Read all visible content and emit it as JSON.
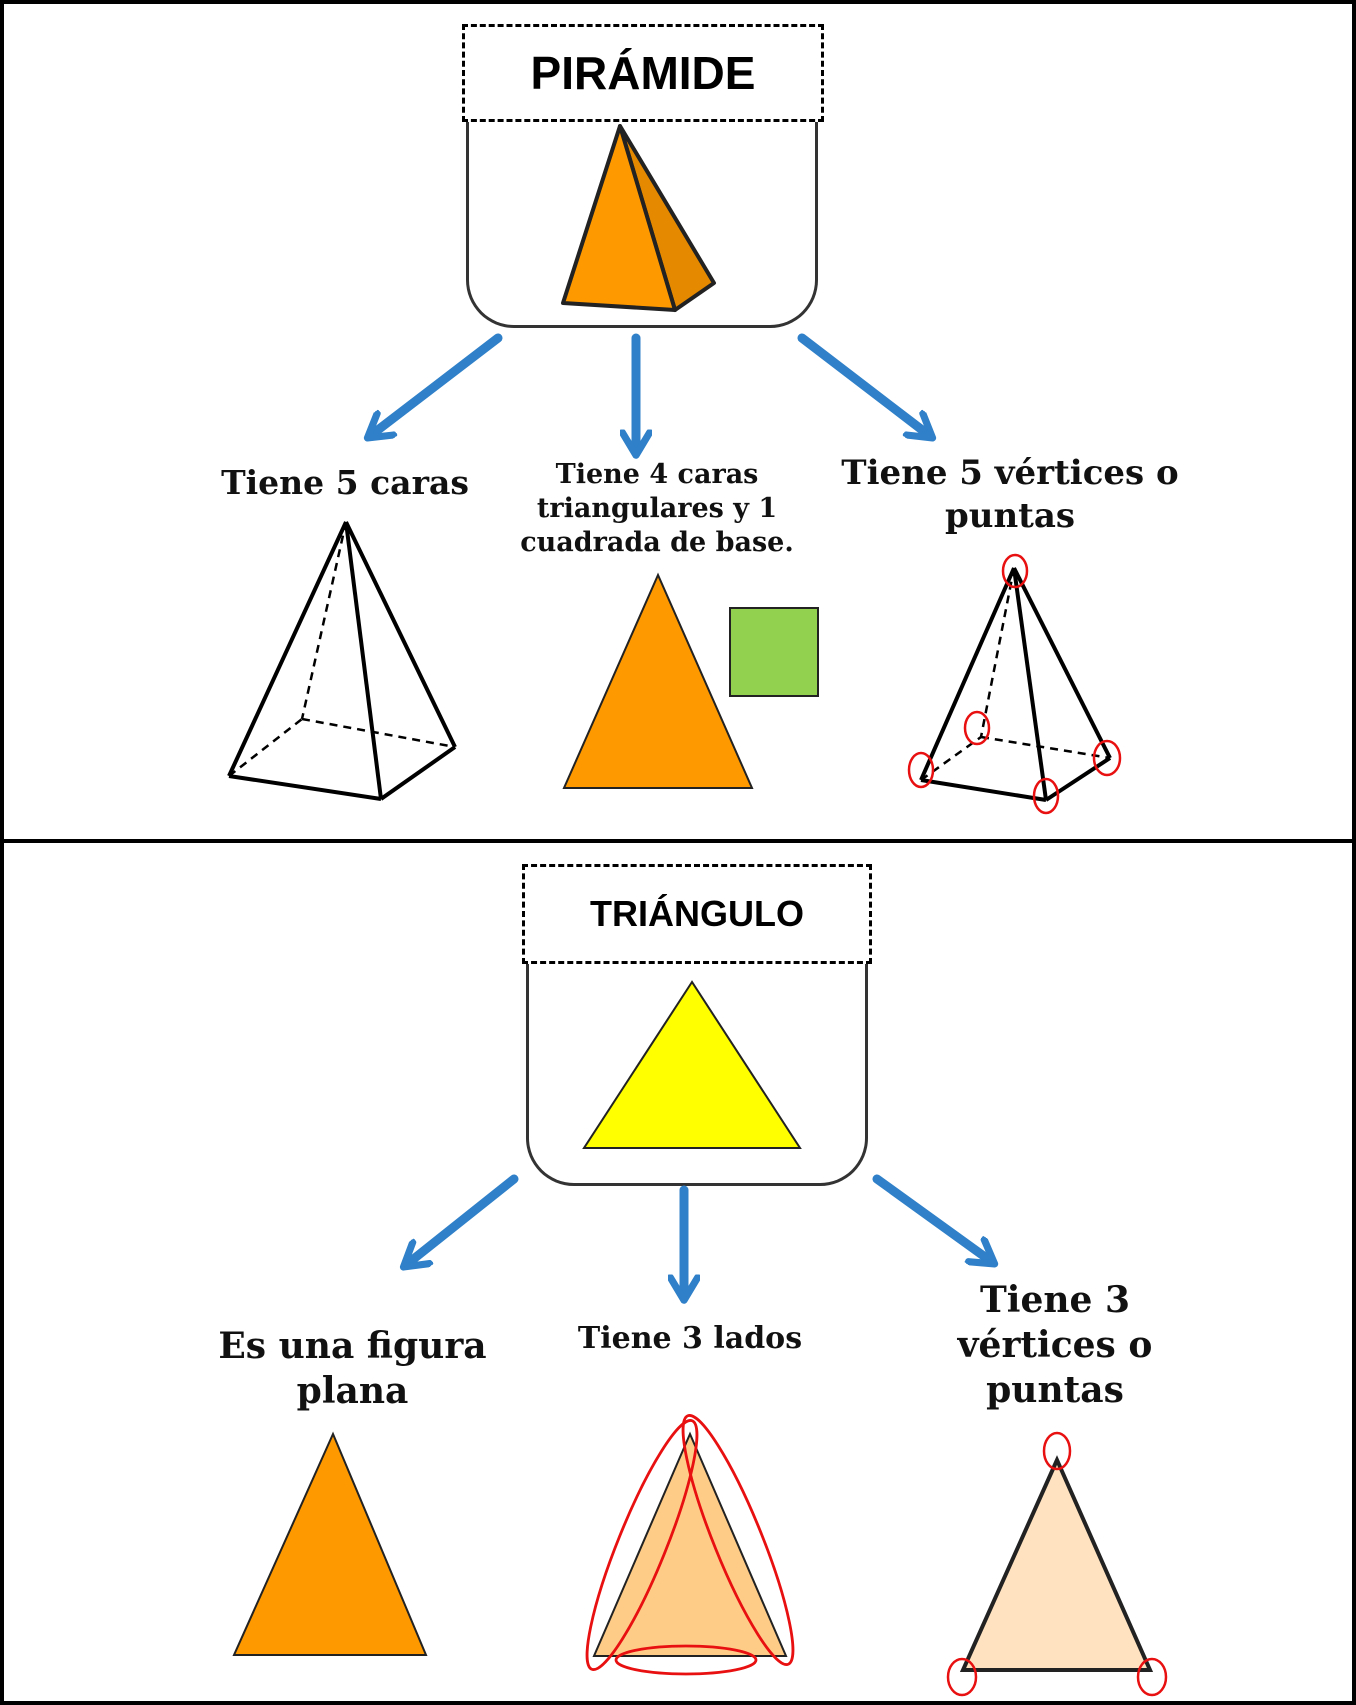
{
  "pyramid": {
    "title": "PIRÁMIDE",
    "facts": [
      "Tiene 5 caras",
      "Tiene 4 caras triangulares y 1 cuadrada de base.",
      "Tiene 5 vértices o puntas"
    ]
  },
  "triangle": {
    "title": "TRIÁNGULO",
    "facts": [
      "Es una figura plana",
      "Tiene 3 lados",
      "Tiene 3 vértices o puntas"
    ]
  },
  "colors": {
    "arrow": "#2F80C8",
    "orange": "#FF9900",
    "green": "#92D050",
    "yellow": "#FFFF00",
    "peach": "#FFE3C0",
    "light_orange": "#FFCC88",
    "highlight_circle": "#E81010"
  }
}
